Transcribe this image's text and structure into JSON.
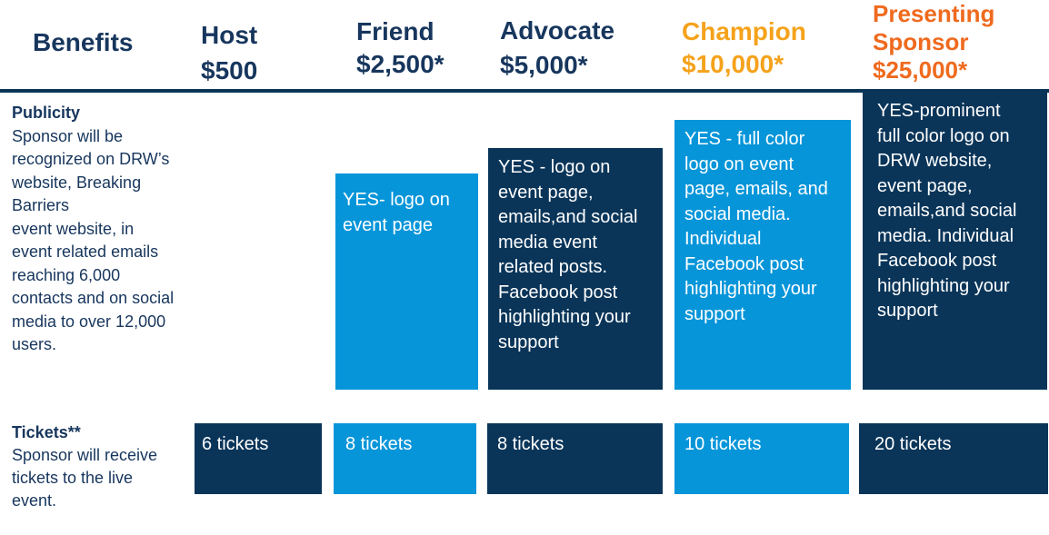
{
  "header": {
    "benefits": "Benefits",
    "tiers": [
      {
        "name": "Host",
        "amount": "$500"
      },
      {
        "name": "Friend",
        "amount": "$2,500*"
      },
      {
        "name": "Advocate",
        "amount": "$5,000*"
      },
      {
        "name": "Champion",
        "amount": "$10,000*"
      },
      {
        "name_line1": "Presenting",
        "name_line2": "Sponsor",
        "amount": "$25,000*"
      }
    ]
  },
  "publicity": {
    "title": "Publicity",
    "description": "Sponsor will be\nrecognized on DRW’s\nwebsite, Breaking\nBarriers\nevent website, in\nevent related emails\nreaching 6,000\ncontacts and on social\nmedia to over 12,000\nusers.",
    "cells": {
      "friend": "YES- logo on\nevent page",
      "advocate": "YES - logo on\nevent page,\nemails,and social\nmedia event\nrelated posts.\nFacebook post\nhighlighting your\nsupport",
      "champion": "YES - full color\nlogo on event\npage, emails, and\nsocial media.\nIndividual\nFacebook post\nhighlighting your\nsupport",
      "presenting": "YES-prominent\nfull color logo on\nDRW website,\nevent page,\nemails,and social\nmedia. Individual\nFacebook post\nhighlighting your\nsupport"
    }
  },
  "tickets": {
    "title": "Tickets**",
    "description": "Sponsor will receive\ntickets to the live\nevent.",
    "cells": {
      "host": "6 tickets",
      "friend": "8 tickets",
      "advocate": "8 tickets",
      "champion": "10 tickets",
      "presenting": "20 tickets"
    }
  },
  "colors": {
    "navy": "#0a3559",
    "blue": "#0795d9",
    "heading": "#17365d",
    "champion": "#f5a21b",
    "presenting": "#ef6a1e"
  }
}
